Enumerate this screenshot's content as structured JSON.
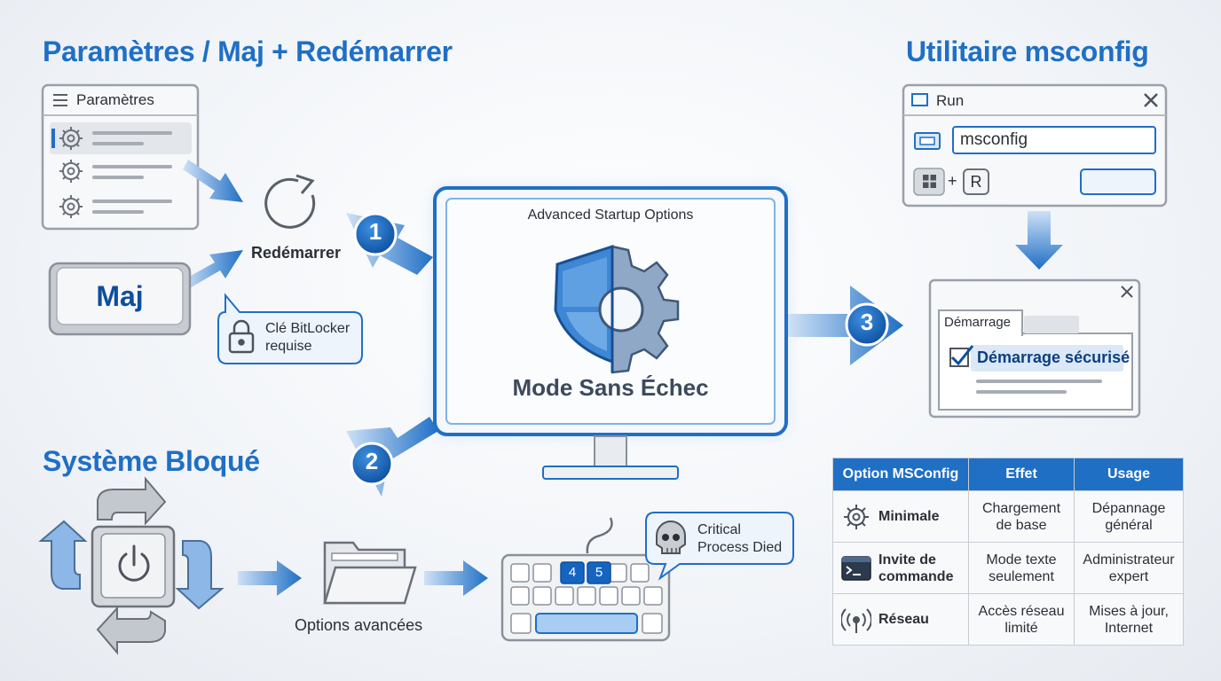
{
  "sections": {
    "settings_title": "Paramètres / Maj + Redémarrer",
    "msconfig_title": "Utilitaire msconfig",
    "blocked_title": "Système Bloqué"
  },
  "settings_window": {
    "title": "Paramètres"
  },
  "restart_label": "Redémarrer",
  "shift_key": "Maj",
  "bitlocker_note": {
    "line1": "Clé BitLocker",
    "line2": "requise"
  },
  "monitor": {
    "header": "Advanced Startup Options",
    "caption": "Mode Sans Échec"
  },
  "steps": [
    "1",
    "2",
    "3"
  ],
  "run_dialog": {
    "title": "Run",
    "input_value": "msconfig",
    "key_plus": "+",
    "key_r": "R"
  },
  "msconfig_window": {
    "tab_label": "Démarrage",
    "checkbox_label": "Démarrage sécurisé"
  },
  "advanced_options_label": "Options avancées",
  "keyboard": {
    "key1": "4",
    "key2": "5"
  },
  "error_bubble": {
    "line1": "Critical",
    "line2": "Process Died"
  },
  "table": {
    "headers": [
      "Option MSConfig",
      "Effet",
      "Usage"
    ],
    "rows": [
      {
        "option": "Minimale",
        "effect": [
          "Chargement",
          "de base"
        ],
        "usage": [
          "Dépannage",
          "général"
        ]
      },
      {
        "option": [
          "Invite de",
          "commande"
        ],
        "effect": [
          "Mode texte",
          "seulement"
        ],
        "usage": [
          "Administrateur",
          "expert"
        ]
      },
      {
        "option": "Réseau",
        "effect": [
          "Accès réseau",
          "limité"
        ],
        "usage": [
          "Mises à jour,",
          "Internet"
        ]
      }
    ]
  },
  "colors": {
    "accent": "#1f6fc5",
    "dark_blue": "#0d4e9e",
    "light_blue": "#dbe8f7",
    "gray": "#8b919b"
  }
}
